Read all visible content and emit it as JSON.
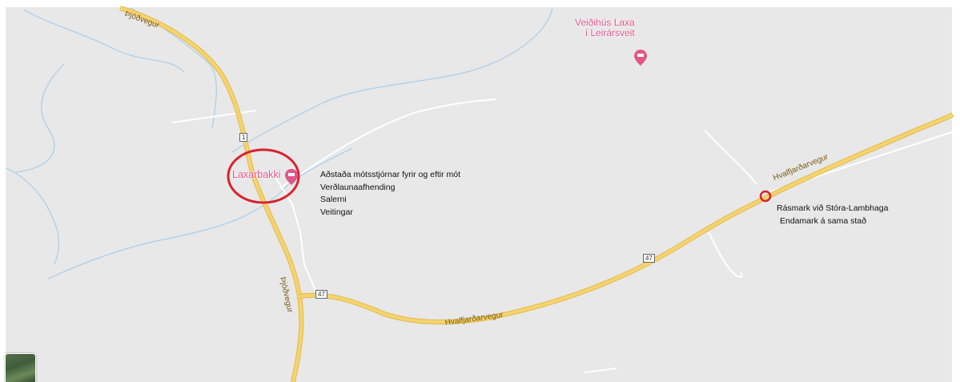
{
  "map": {
    "colors": {
      "land": "#e8e8e8",
      "road": "#f5d46f",
      "road_casing": "#e3b94a",
      "water": "#a9cdea",
      "minor_road": "#ffffff",
      "poi_text": "#e1578a",
      "marker": "#d9232f"
    },
    "pois": [
      {
        "name": "Veiðihús Laxa",
        "name2": "í Leirársveit",
        "icon": "lodging-icon"
      },
      {
        "name": "Laxarbakki",
        "icon": "lodging-icon"
      }
    ],
    "roads": {
      "road1_north": "Þjóðvegur",
      "road1_south": "Þjóðvegur",
      "road47_west": "Hvalfjarðarvegur",
      "road47_east": "Hvalfjarðarvegur"
    },
    "shields": [
      "1",
      "47",
      "47"
    ],
    "annotations": {
      "laxarbakki_lines": [
        "Aðstaða mótsstjórnar fyrir og eftir mót",
        "Verðlaunaafhending",
        "Salerni",
        "Veitingar"
      ],
      "start_lines": [
        "Rásmark við Stóra-Lambhaga",
        "Endamark á sama stað"
      ]
    },
    "controls": {
      "layer_thumbnail_icon": "satellite-layer-icon"
    }
  }
}
